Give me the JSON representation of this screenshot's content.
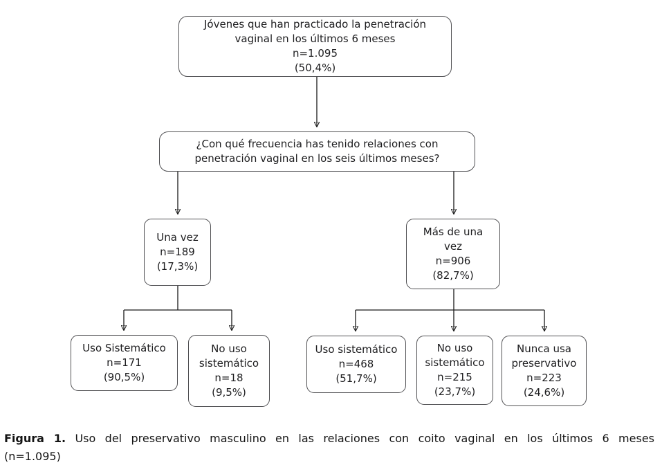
{
  "figure": {
    "nodes": {
      "root": "Jóvenes que han practicado la penetración\nvaginal en los últimos 6 meses\nn=1.095\n(50,4%)",
      "question": "¿Con qué frecuencia has tenido relaciones con\npenetración vaginal en los seis últimos meses?",
      "once": "Una vez\nn=189\n(17,3%)",
      "more_than_once": "Más de una\nvez\nn=906\n(82,7%)",
      "once_systematic": "Uso Sistemático\nn=171\n(90,5%)",
      "once_non_systematic": "No uso\nsistemático\nn=18\n(9,5%)",
      "more_systematic": "Uso sistemático\nn=468\n(51,7%)",
      "more_non_systematic": "No uso\nsistemático\nn=215\n(23,7%)",
      "more_never": "Nunca usa\npreservativo\nn=223\n(24,6%)"
    },
    "caption": {
      "label": "Figura 1.",
      "text": "Uso del preservativo masculino en las relaciones con coito vaginal en los últimos 6 meses",
      "line2": "(n=1.095)"
    },
    "colors": {
      "background": "#ffffff",
      "box_border": "#4f4f52",
      "line": "#1a1a1a",
      "text": "#1d1d1f"
    }
  }
}
